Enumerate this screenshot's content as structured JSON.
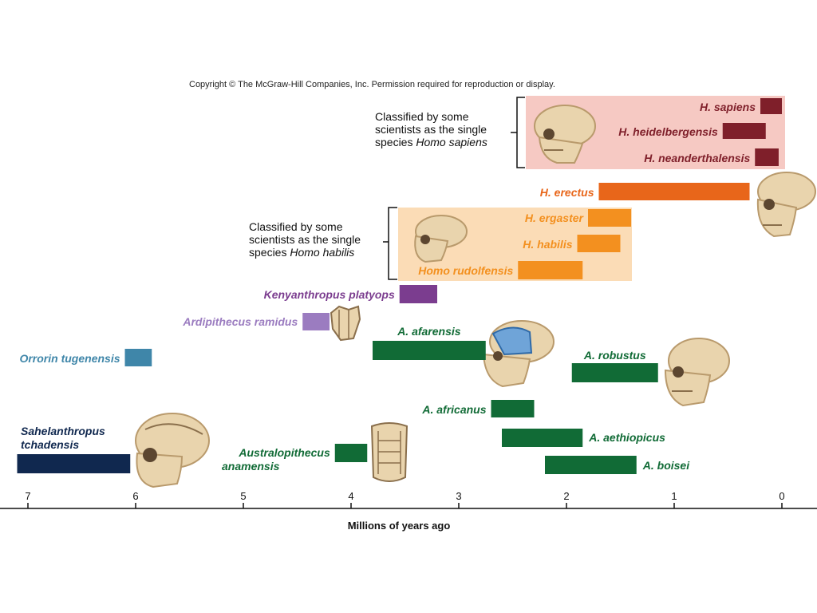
{
  "copyright": "Copyright © The McGraw-Hill Companies, Inc. Permission required for reproduction or display.",
  "note_sapiens": {
    "line1": "Classified by some",
    "line2": "scientists as the single",
    "line3_prefix": "species ",
    "line3_italic": "Homo sapiens"
  },
  "note_habilis": {
    "line1": "Classified by some",
    "line2": "scientists as the single",
    "line3_prefix": "species ",
    "line3_italic": "Homo habilis"
  },
  "colors": {
    "sapiens_group": "#7f1f2a",
    "sapiens_panel": "#f6c9c3",
    "erectus": "#e8661a",
    "habilis_group": "#f3901f",
    "habilis_panel": "#fbdcb6",
    "kenyanthropus": "#7b3d8f",
    "ardipithecus": "#9b7cc0",
    "orrorin": "#3f86a9",
    "australopithecus": "#116b36",
    "sahelanthropus": "#10284f",
    "skull": "#e9d4ad",
    "skull_shade": "#b99a6c"
  },
  "axis": {
    "label": "Millions of years ago",
    "ticks": [
      "7",
      "6",
      "5",
      "4",
      "3",
      "2",
      "1",
      "0"
    ],
    "tick_values": [
      7,
      6,
      5,
      4,
      3,
      2,
      1,
      0
    ]
  },
  "species": [
    {
      "id": "h-sapiens",
      "name": "H. sapiens",
      "start": 0.2,
      "end": 0.0,
      "group": "sapiens_group"
    },
    {
      "id": "h-heidelbergensis",
      "name": "H. heidelbergensis",
      "start": 0.55,
      "end": 0.15,
      "group": "sapiens_group"
    },
    {
      "id": "h-neanderthalensis",
      "name": "H. neanderthalensis",
      "start": 0.25,
      "end": 0.03,
      "group": "sapiens_group"
    },
    {
      "id": "h-erectus",
      "name": "H. erectus",
      "start": 1.7,
      "end": 0.3,
      "group": "erectus"
    },
    {
      "id": "h-ergaster",
      "name": "H. ergaster",
      "start": 1.8,
      "end": 1.4,
      "group": "habilis_group"
    },
    {
      "id": "h-habilis",
      "name": "H. habilis",
      "start": 1.9,
      "end": 1.5,
      "group": "habilis_group"
    },
    {
      "id": "homo-rudolfensis",
      "name": "Homo rudolfensis",
      "start": 2.45,
      "end": 1.85,
      "group": "habilis_group"
    },
    {
      "id": "kenyanthropus-platyops",
      "name": "Kenyanthropus platyops",
      "start": 3.55,
      "end": 3.2,
      "group": "kenyanthropus"
    },
    {
      "id": "ardipithecus-ramidus",
      "name": "Ardipithecus ramidus",
      "start": 4.45,
      "end": 4.2,
      "group": "ardipithecus"
    },
    {
      "id": "orrorin-tugenensis",
      "name": "Orrorin tugenensis",
      "start": 6.1,
      "end": 5.85,
      "group": "orrorin"
    },
    {
      "id": "a-afarensis",
      "name": "A. afarensis",
      "start": 3.8,
      "end": 2.75,
      "group": "australopithecus"
    },
    {
      "id": "a-robustus",
      "name": "A. robustus",
      "start": 1.95,
      "end": 1.15,
      "group": "australopithecus"
    },
    {
      "id": "a-africanus",
      "name": "A. africanus",
      "start": 2.7,
      "end": 2.3,
      "group": "australopithecus"
    },
    {
      "id": "a-aethiopicus",
      "name": "A. aethiopicus",
      "start": 2.6,
      "end": 1.85,
      "group": "australopithecus"
    },
    {
      "id": "a-boisei",
      "name": "A. boisei",
      "start": 2.2,
      "end": 1.35,
      "group": "australopithecus"
    },
    {
      "id": "australopithecus-anamensis",
      "name": "Australopithecus anamensis",
      "start": 4.15,
      "end": 3.85,
      "group": "australopithecus"
    },
    {
      "id": "sahelanthropus-tchadensis",
      "name": "Sahelanthropus tchadensis",
      "start": 7.1,
      "end": 6.05,
      "group": "sahelanthropus"
    }
  ]
}
